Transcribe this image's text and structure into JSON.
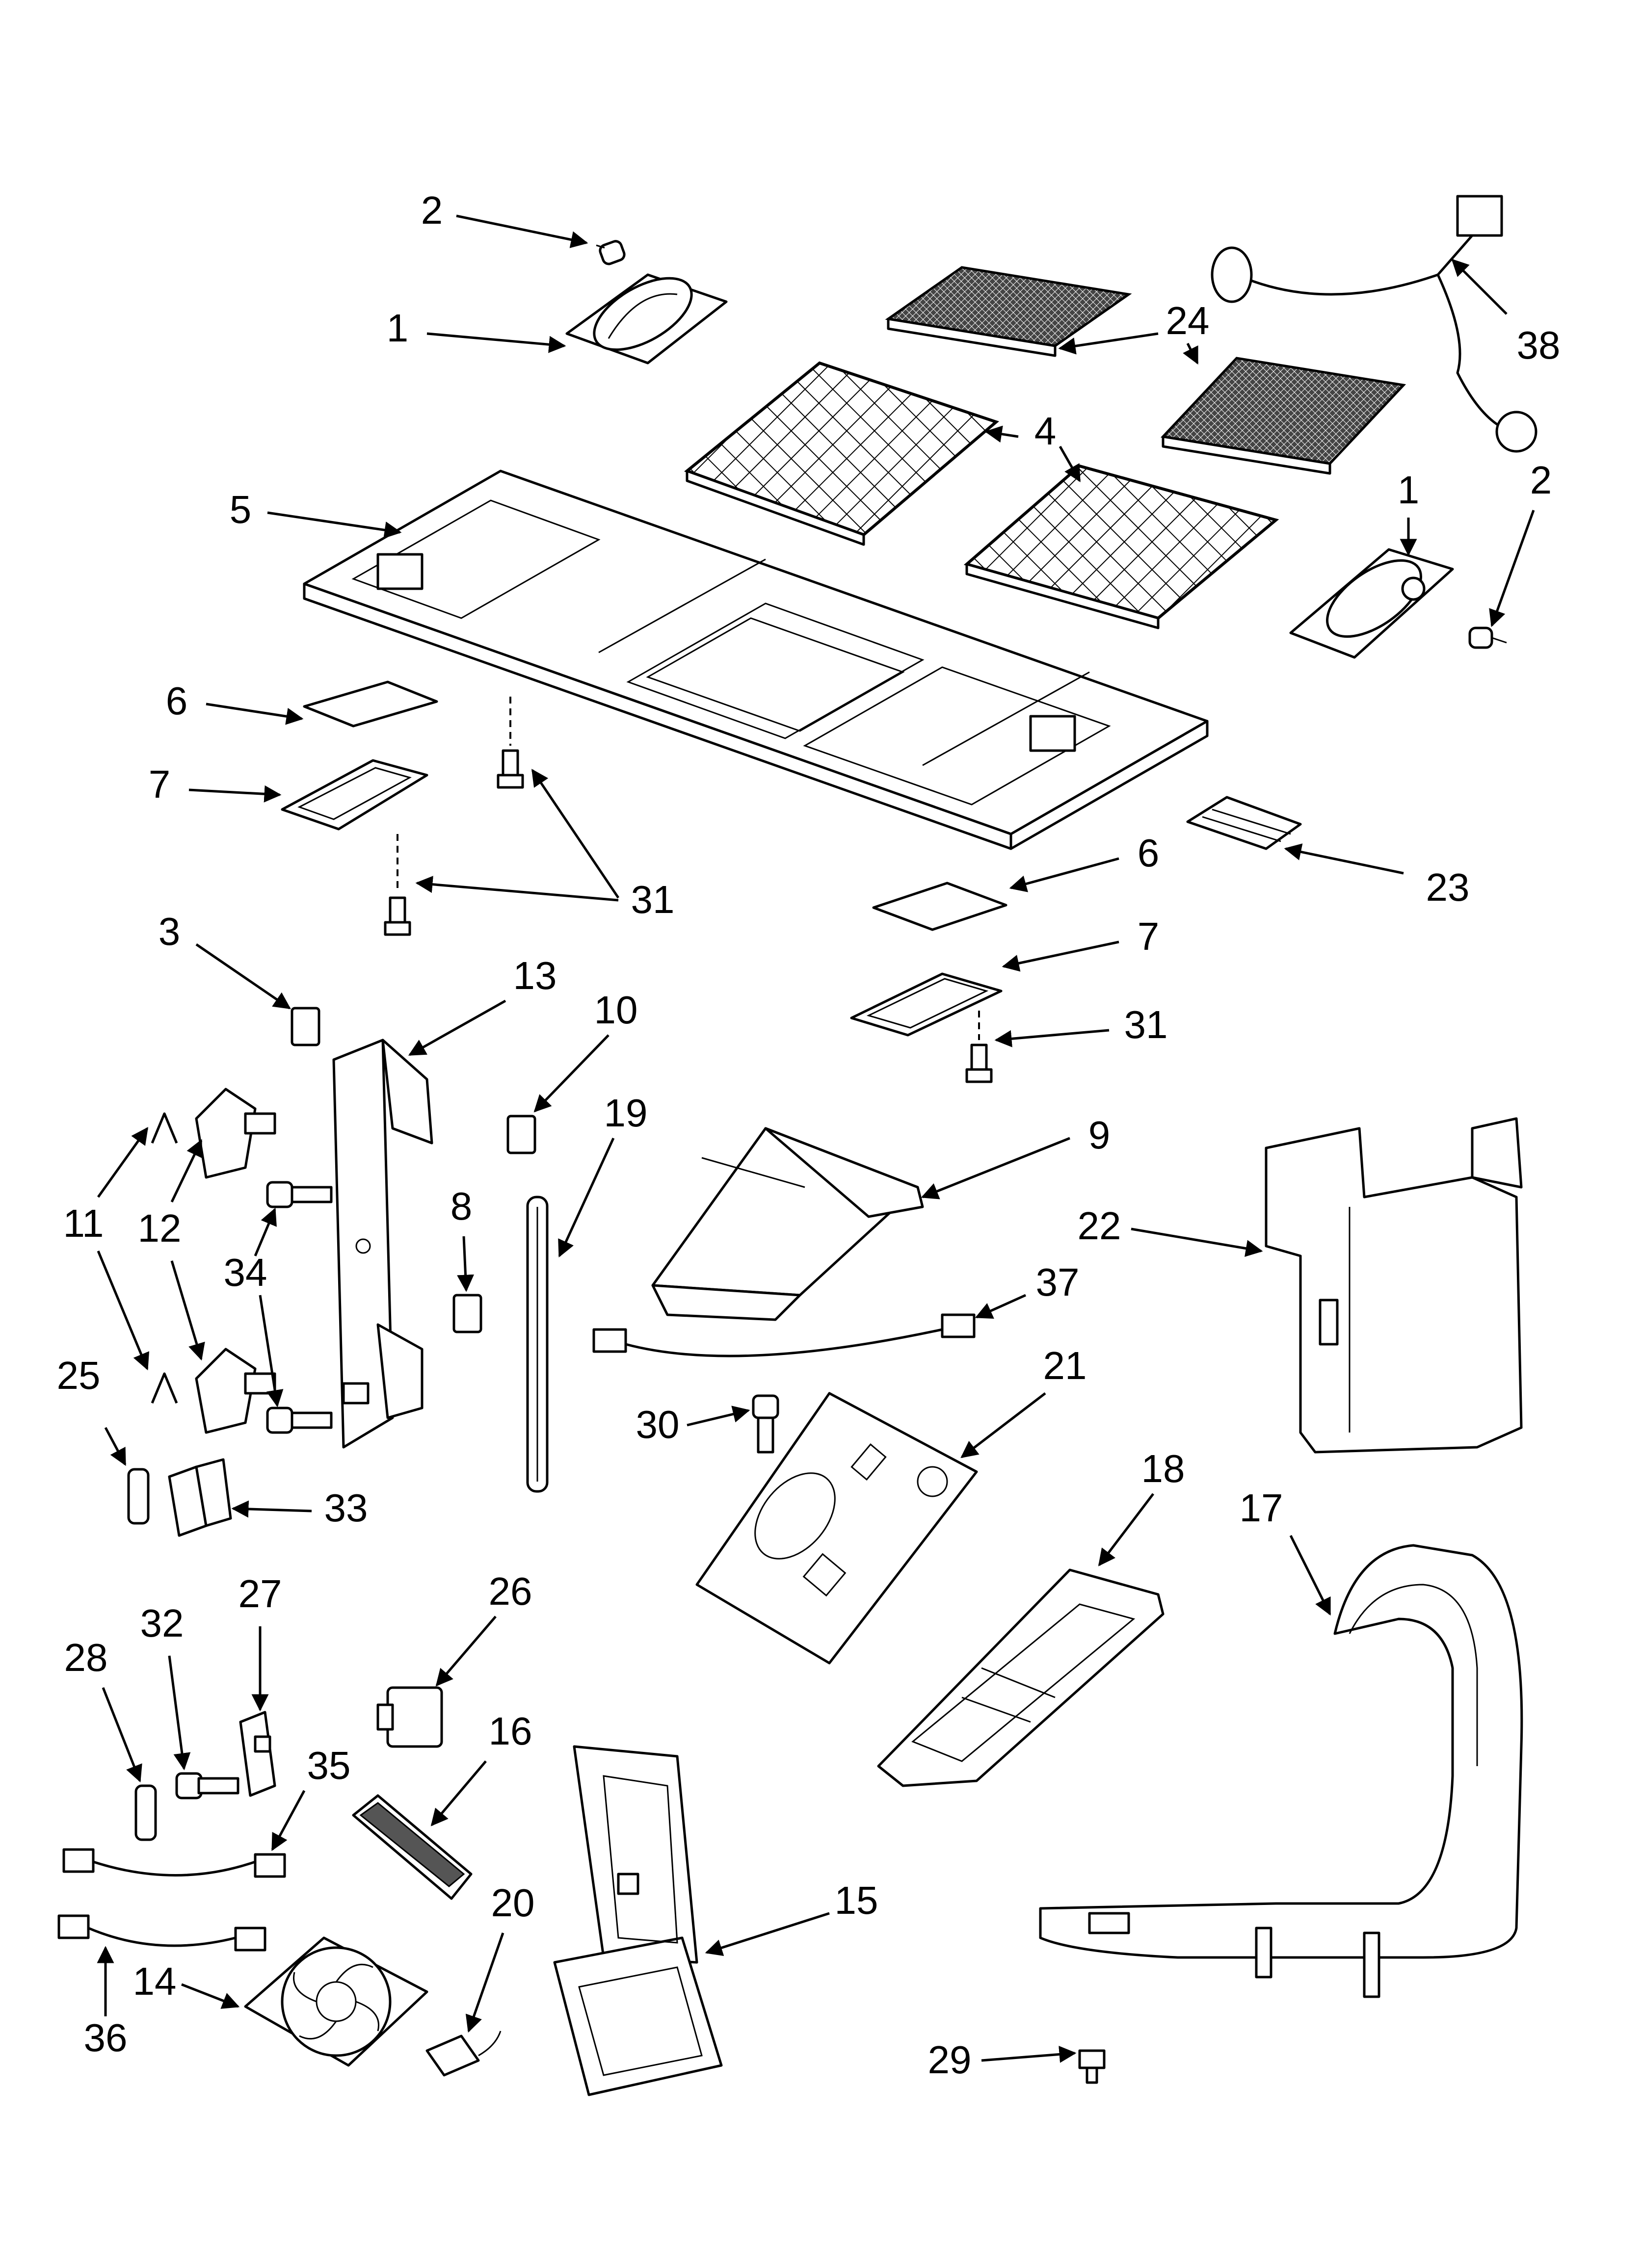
{
  "diagram": {
    "callouts": [
      {
        "id": "c2a",
        "label": "2"
      },
      {
        "id": "c1a",
        "label": "1"
      },
      {
        "id": "c24",
        "label": "24"
      },
      {
        "id": "c38",
        "label": "38"
      },
      {
        "id": "c4",
        "label": "4"
      },
      {
        "id": "c5",
        "label": "5"
      },
      {
        "id": "c1b",
        "label": "1"
      },
      {
        "id": "c2b",
        "label": "2"
      },
      {
        "id": "c6a",
        "label": "6"
      },
      {
        "id": "c7a",
        "label": "7"
      },
      {
        "id": "c31a",
        "label": "31"
      },
      {
        "id": "c23",
        "label": "23"
      },
      {
        "id": "c6b",
        "label": "6"
      },
      {
        "id": "c7b",
        "label": "7"
      },
      {
        "id": "c31b",
        "label": "31"
      },
      {
        "id": "c3",
        "label": "3"
      },
      {
        "id": "c13",
        "label": "13"
      },
      {
        "id": "c10",
        "label": "10"
      },
      {
        "id": "c19",
        "label": "19"
      },
      {
        "id": "c9",
        "label": "9"
      },
      {
        "id": "c22",
        "label": "22"
      },
      {
        "id": "c8",
        "label": "8"
      },
      {
        "id": "c11",
        "label": "11"
      },
      {
        "id": "c12",
        "label": "12"
      },
      {
        "id": "c34",
        "label": "34"
      },
      {
        "id": "c37",
        "label": "37"
      },
      {
        "id": "c21",
        "label": "21"
      },
      {
        "id": "c25",
        "label": "25"
      },
      {
        "id": "c30",
        "label": "30"
      },
      {
        "id": "c33",
        "label": "33"
      },
      {
        "id": "c18",
        "label": "18"
      },
      {
        "id": "c17",
        "label": "17"
      },
      {
        "id": "c27",
        "label": "27"
      },
      {
        "id": "c26",
        "label": "26"
      },
      {
        "id": "c28",
        "label": "28"
      },
      {
        "id": "c32",
        "label": "32"
      },
      {
        "id": "c16",
        "label": "16"
      },
      {
        "id": "c35",
        "label": "35"
      },
      {
        "id": "c20",
        "label": "20"
      },
      {
        "id": "c15",
        "label": "15"
      },
      {
        "id": "c14",
        "label": "14"
      },
      {
        "id": "c29",
        "label": "29"
      },
      {
        "id": "c36",
        "label": "36"
      }
    ]
  }
}
